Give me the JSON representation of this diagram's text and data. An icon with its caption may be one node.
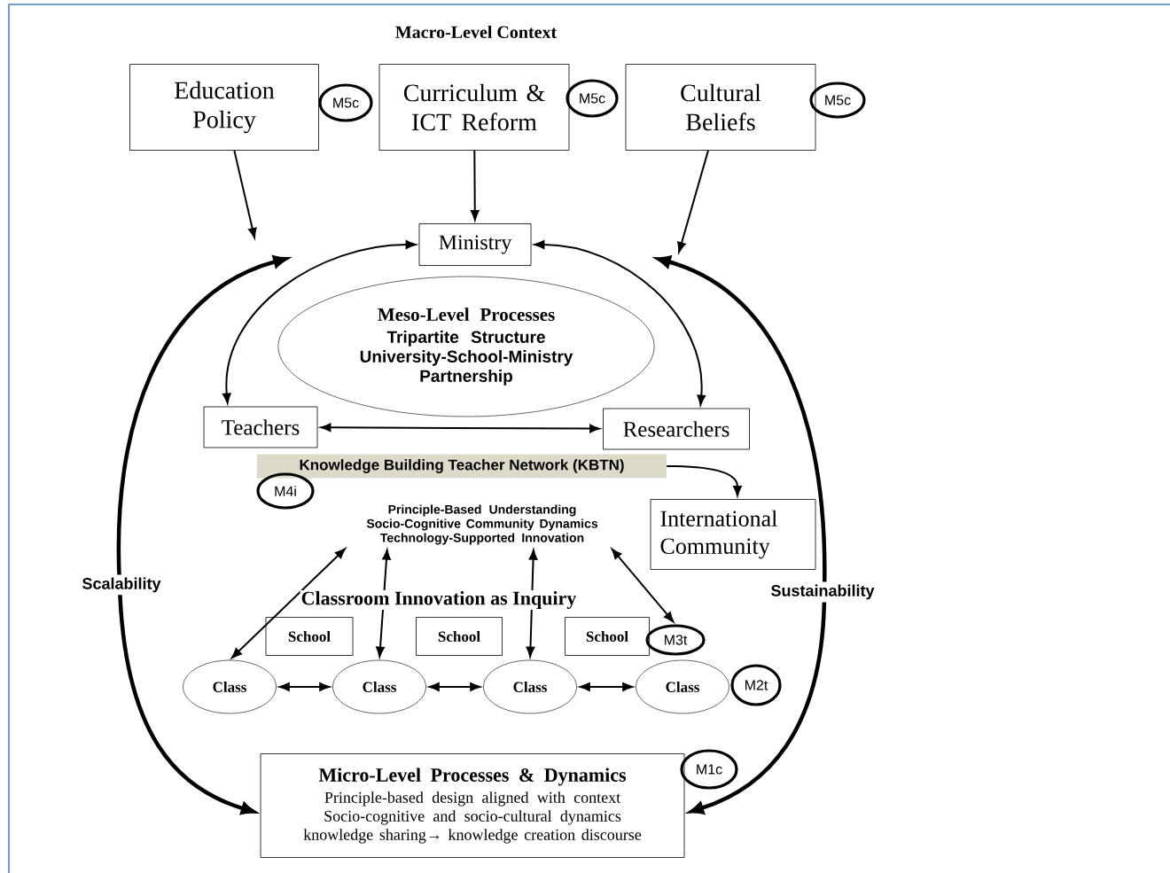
{
  "diagram": {
    "nodes": [
      {
        "text": [
          "Education Policy"
        ]
      },
      {
        "text": [
          "Curriculum & ICT Reform"
        ]
      },
      {
        "text": [
          "Cultural Beliefs"
        ]
      },
      {
        "text": [
          "Ministry"
        ]
      },
      {
        "text": [
          "Meso-Level Processes",
          "Tripartite Structure University-School-Ministry Partnership"
        ]
      },
      {
        "text": [
          "Teachers"
        ]
      },
      {
        "text": [
          "Researchers"
        ]
      },
      {
        "text": [
          "Knowledge Building Teacher Network (KBTN)"
        ]
      },
      {
        "text": [
          "International Community"
        ]
      },
      {
        "text": [
          "Principle-Based Understanding Socio-Cognitive Community Dynamics Technology-Supported Innovation"
        ]
      },
      {
        "text": [
          "School"
        ]
      },
      {
        "text": [
          "School"
        ]
      },
      {
        "text": [
          "School"
        ]
      },
      {
        "text": [
          "Class"
        ]
      },
      {
        "text": [
          "Class"
        ]
      },
      {
        "text": [
          "Class"
        ]
      },
      {
        "text": [
          "Class"
        ]
      },
      {
        "text": [
          "Micro-Level Processes & Dynamics",
          "Principle-based design aligned with context Socio-cognitive and socio-cultural dynamics knowledge sharing→ knowledge creation discourse"
        ]
      },
      {
        "text": [
          "M5c"
        ]
      },
      {
        "text": [
          "M5c"
        ]
      },
      {
        "text": [
          "M5c"
        ]
      },
      {
        "text": [
          "M4i"
        ]
      },
      {
        "text": [
          "M3t"
        ]
      },
      {
        "text": [
          "M2t"
        ]
      },
      {
        "text": [
          "M1c"
        ]
      }
    ],
    "edges": [
      {
        "from": 0,
        "to": null,
        "arrow": "to"
      },
      {
        "from": 1,
        "to": 3,
        "arrow": "to"
      },
      {
        "from": 2,
        "to": null,
        "arrow": "to"
      },
      {
        "from": 3,
        "to": 5,
        "arrow": "both"
      },
      {
        "from": 3,
        "to": 6,
        "arrow": "both"
      },
      {
        "from": null,
        "to": 17,
        "arrow": "both",
        "style": "thick",
        "label": "Scalability"
      },
      {
        "from": null,
        "to": 17,
        "arrow": "both",
        "style": "thick",
        "label": "Sustainability"
      },
      {
        "from": 5,
        "to": 6,
        "arrow": "both"
      },
      {
        "from": 7,
        "to": 8,
        "arrow": "to"
      },
      {
        "from": 9,
        "to": 13,
        "arrow": "both"
      },
      {
        "from": 9,
        "to": 14,
        "arrow": "both"
      },
      {
        "from": 9,
        "to": 15,
        "arrow": "both"
      },
      {
        "from": 9,
        "to": 22,
        "arrow": "both"
      },
      {
        "from": 13,
        "to": 14,
        "arrow": "both"
      },
      {
        "from": 14,
        "to": 15,
        "arrow": "both"
      },
      {
        "from": 15,
        "to": 16,
        "arrow": "both"
      }
    ],
    "labels": [
      "Macro-Level Context",
      "Classroom Innovation as Inquiry"
    ]
  }
}
